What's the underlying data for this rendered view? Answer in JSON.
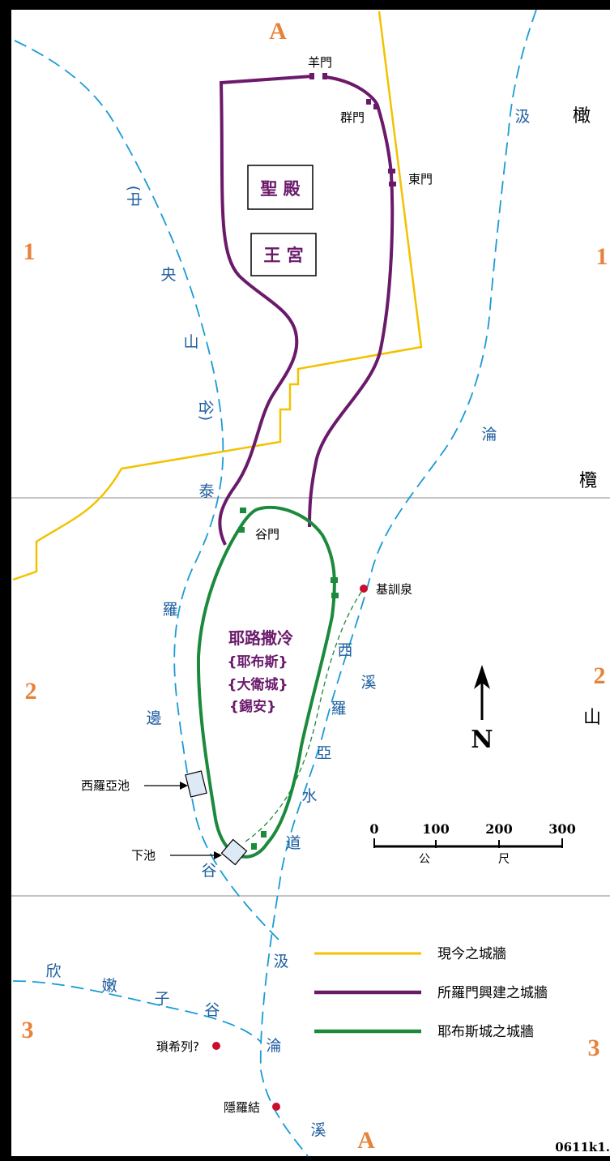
{
  "colors": {
    "river": "#1a9bd7",
    "river_text": "#1f5fa0",
    "modern_wall": "#f2c200",
    "solomon_wall": "#6b1a6b",
    "jebus_wall": "#1b8a3c",
    "grid_number": "#e8823a",
    "spring": "#c8102e",
    "pool": "#dde9f4",
    "border": "#000000"
  },
  "sections": {
    "top": "A",
    "bottom": "A"
  },
  "grid": {
    "left": [
      "1",
      "2",
      "3"
    ],
    "right": [
      "1",
      "2",
      "3"
    ]
  },
  "mountain": {
    "chars": [
      "橄",
      "欖",
      "山"
    ]
  },
  "valleys": {
    "central": [
      "(中",
      "央",
      "山",
      "谷)",
      "泰",
      "羅",
      "邊",
      "谷"
    ],
    "kidron_upper": [
      "汲",
      "淪"
    ],
    "kidron_lower": [
      "汲",
      "淪",
      "溪"
    ],
    "west_tunnel": [
      "西",
      "溪",
      "羅",
      "亞",
      "水",
      "道"
    ],
    "hinnom": [
      "欣",
      "嫩",
      "子",
      "谷"
    ]
  },
  "gates": {
    "sheep": "羊門",
    "flock": "群門",
    "east": "東門",
    "valley": "谷門"
  },
  "buildings": {
    "temple": "聖 殿",
    "palace": "王 宮"
  },
  "city": {
    "name": "耶路撒冷",
    "alt1": "{耶布斯}",
    "alt2": "{大衛城}",
    "alt3": "{錫安}"
  },
  "places": {
    "gihon": "基訓泉",
    "siloam_pool": "西羅亞池",
    "lower_pool": "下池",
    "zoheleth": "瑣希列?",
    "enrogel": "隱羅結"
  },
  "north": "N",
  "scale": {
    "ticks": [
      "0",
      "100",
      "200",
      "300"
    ],
    "unit_left": "公",
    "unit_right": "尺"
  },
  "legend": {
    "modern": "現今之城牆",
    "solomon": "所羅門興建之城牆",
    "jebus": "耶布斯城之城牆"
  },
  "code": "0611k1."
}
